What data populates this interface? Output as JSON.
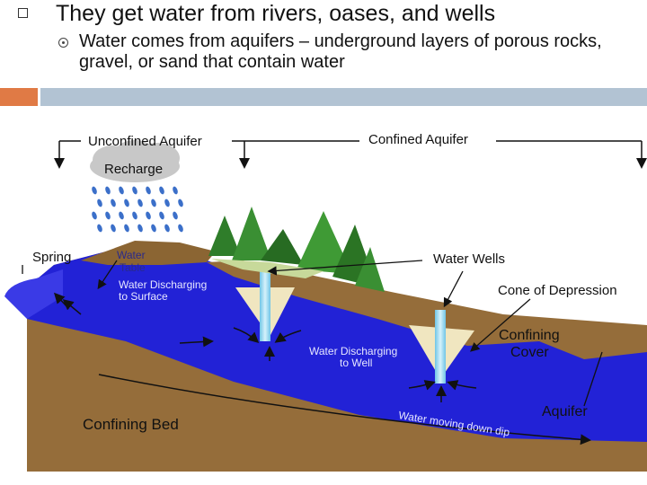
{
  "slide": {
    "title": "They get water from rivers, oases, and wells",
    "subbullet": "Water comes from aquifers – underground layers of porous rocks, gravel, or sand that contain water"
  },
  "diagram": {
    "labels": {
      "unconfined_aquifer": "Unconfined Aquifer",
      "confined_aquifer": "Confined Aquifer",
      "recharge": "Recharge",
      "spring": "Spring",
      "water_table_1": "Water",
      "water_table_2": "Table",
      "discharging_surface_1": "Water Discharging",
      "discharging_surface_2": "to Surface",
      "water_wells": "Water Wells",
      "cone_of_depression": "Cone of Depression",
      "discharging_well_1": "Water Discharging",
      "discharging_well_2": "to Well",
      "confining_cover_1": "Confining",
      "confining_cover_2": "Cover",
      "aquifer": "Aquifer",
      "confining_bed": "Confining Bed",
      "moving_down_dip": "Water moving down dip"
    },
    "colors": {
      "soil": "#956d3a",
      "water": "#2222d6",
      "water_light": "#3a3ae6",
      "cloud": "#c8c8c8",
      "rain": "#3b6fc9",
      "trees": "#2f7d2a",
      "well": "#8fd3ec",
      "accent_orange": "#e07a45",
      "accent_blue": "#b2c3d3"
    }
  }
}
